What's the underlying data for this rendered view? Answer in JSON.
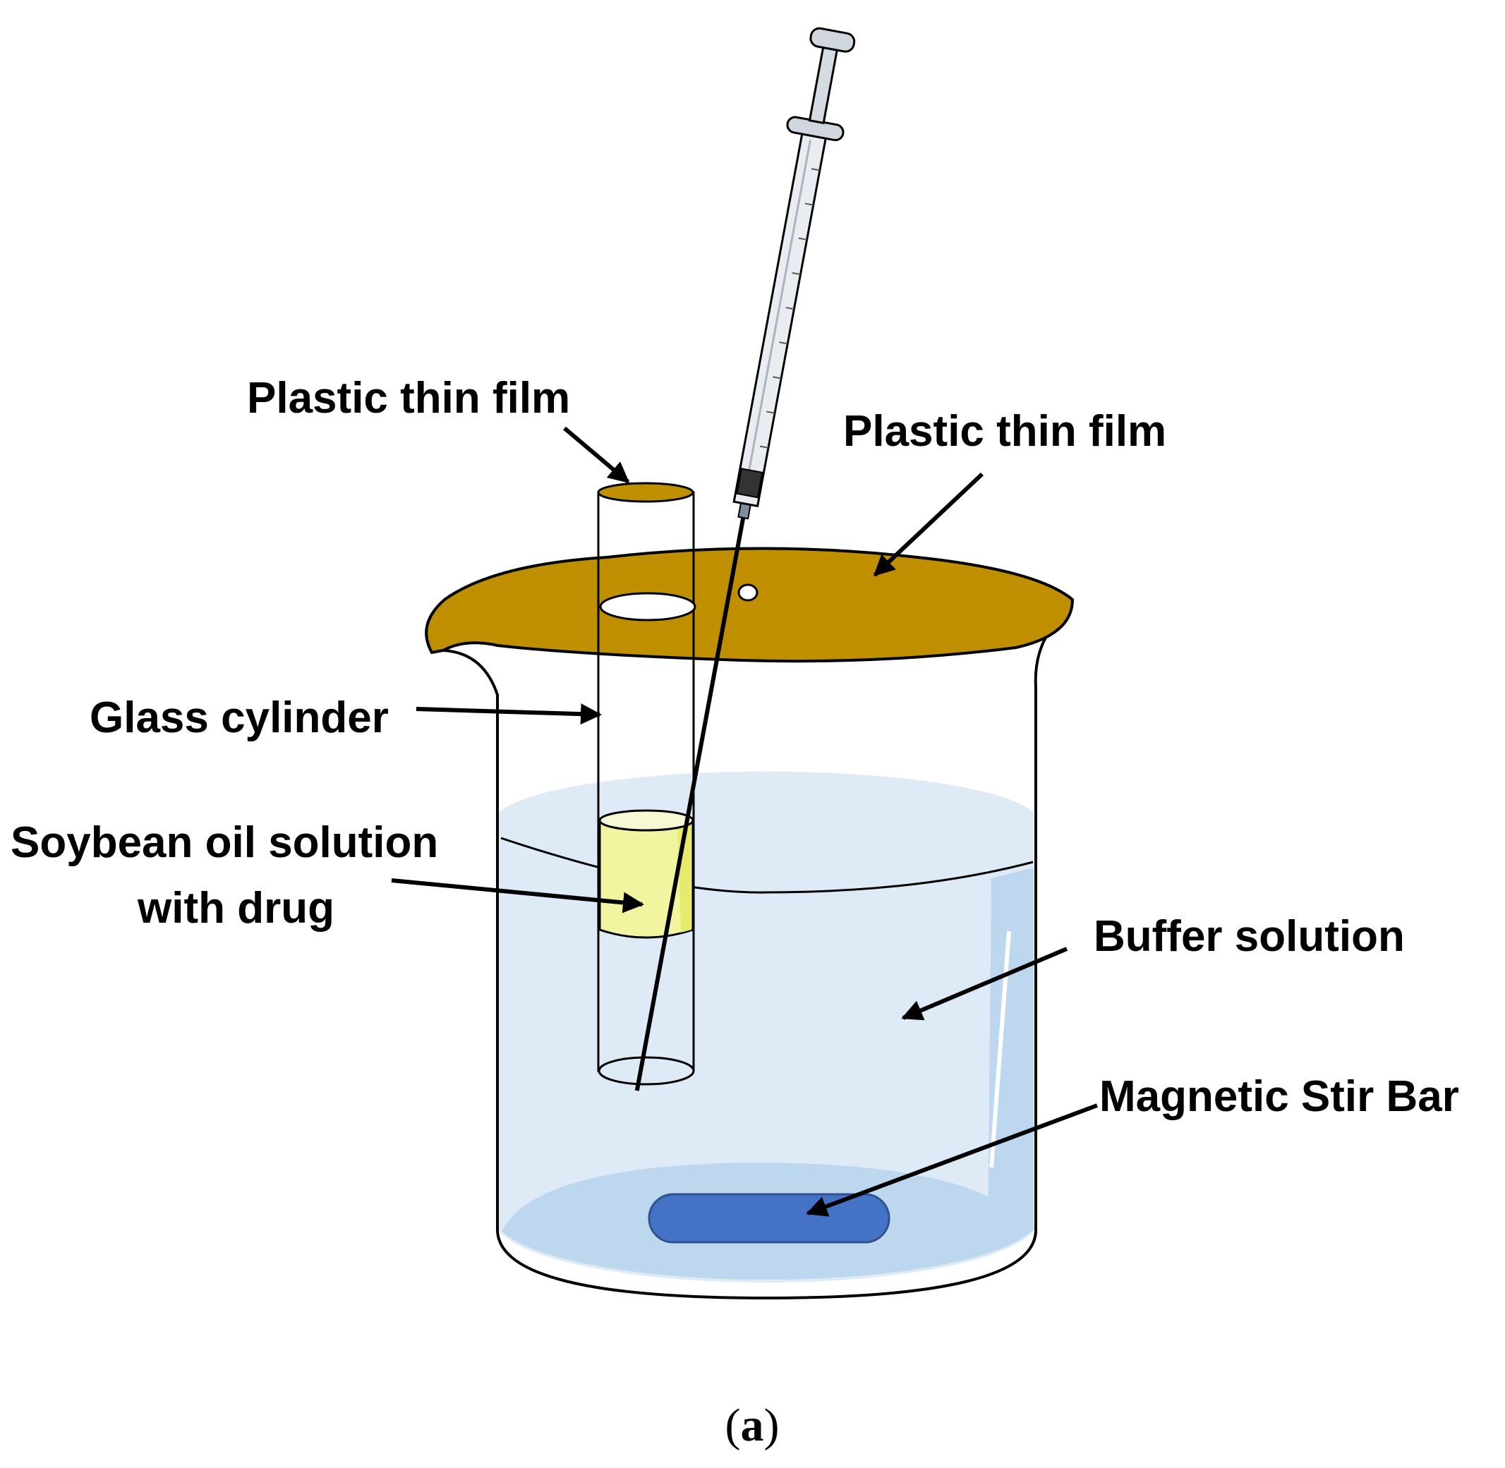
{
  "labels": {
    "film_tube": "Plastic thin film",
    "film_beaker": "Plastic thin film",
    "glass_cylinder": "Glass cylinder",
    "soybean_line1": "Soybean oil solution",
    "soybean_line2": "with drug",
    "buffer": "Buffer solution",
    "stir_bar": "Magnetic Stir Bar"
  },
  "caption": {
    "open": "(",
    "letter": "a",
    "close": ")"
  },
  "colors": {
    "film": "#BF8F00",
    "buffer_light": "#DEEBF7",
    "buffer_dark": "#BDD7EE",
    "oil": "#F2F5A0",
    "stir_bar": "#4472C4"
  }
}
